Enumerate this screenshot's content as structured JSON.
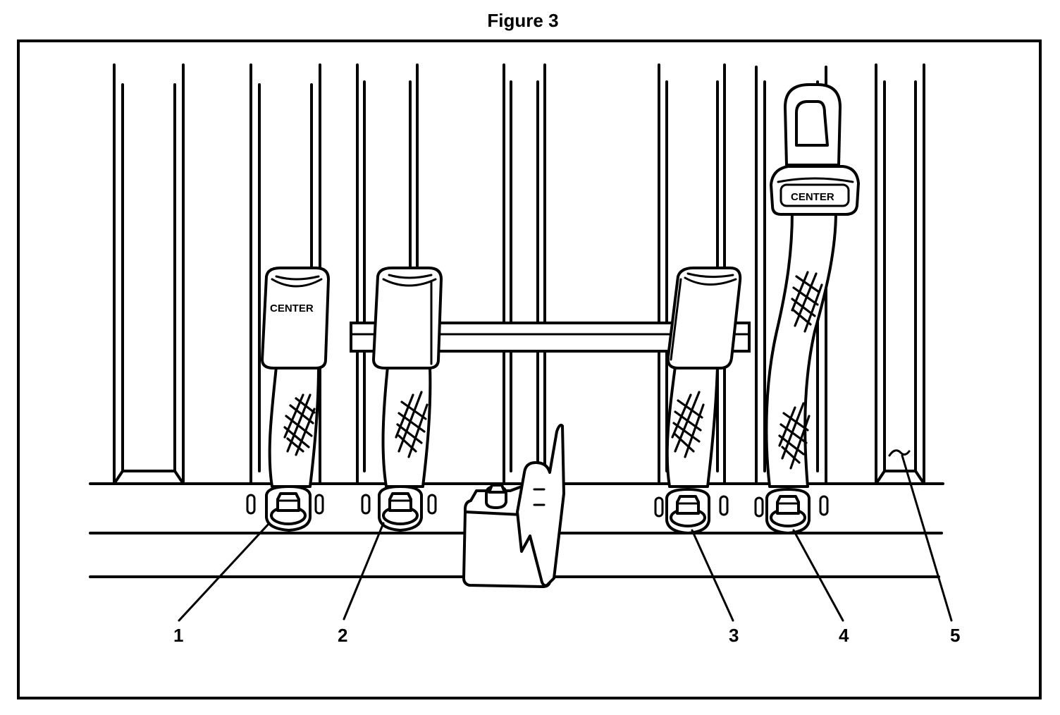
{
  "figure": {
    "title": "Figure 3",
    "subject": "Rear seat belt buckles bolted to floor rail",
    "colors": {
      "line": "#000000",
      "background": "#ffffff"
    }
  },
  "buckles": [
    {
      "id": 1,
      "type": "buckle",
      "label": "CENTER"
    },
    {
      "id": 2,
      "type": "buckle",
      "label": ""
    },
    {
      "id": 3,
      "type": "buckle",
      "label": ""
    },
    {
      "id": 4,
      "type": "latch-plate",
      "label": "CENTER"
    }
  ],
  "callouts": [
    {
      "number": "1",
      "target": "buckle-1-anchor-bolt"
    },
    {
      "number": "2",
      "target": "buckle-2-anchor-bolt"
    },
    {
      "number": "3",
      "target": "buckle-3-anchor-bolt"
    },
    {
      "number": "4",
      "target": "latch-plate-anchor-bolt"
    },
    {
      "number": "5",
      "target": "floor-panel"
    }
  ]
}
